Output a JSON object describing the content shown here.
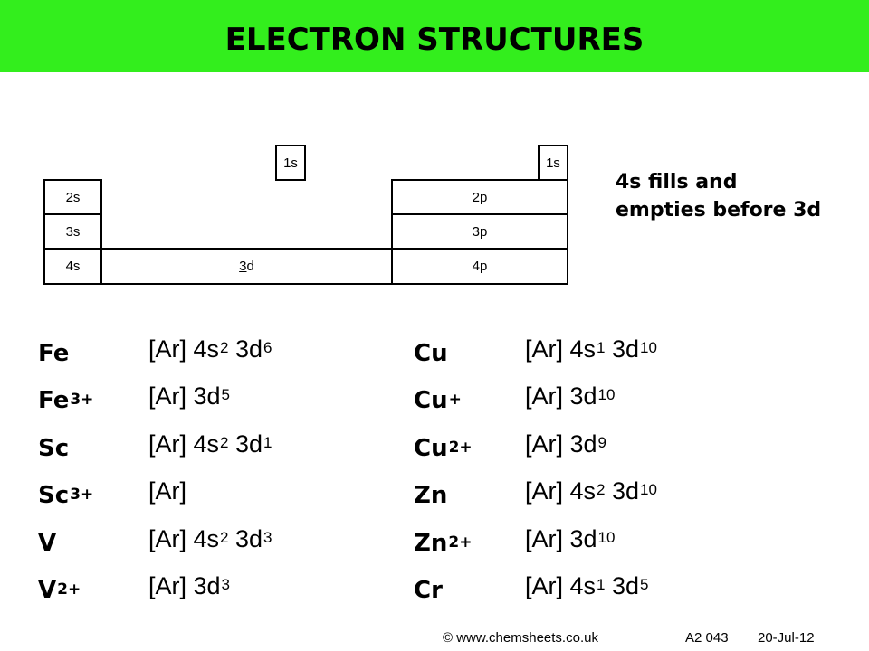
{
  "header": {
    "title": "ELECTRON STRUCTURES"
  },
  "diagram": {
    "orbitals": {
      "s1_left": "1s",
      "s1_right": "1s",
      "s2": "2s",
      "p2": "2p",
      "s3": "3s",
      "p3": "3p",
      "s4": "4s",
      "d3_prefix": "3",
      "d3_suffix": "d",
      "p4": "4p"
    },
    "note_line1": "4s fills and",
    "note_line2": "empties before 3d"
  },
  "entries": [
    {
      "symbol": "Fe",
      "charge": "",
      "config": "[Ar] 4s",
      "sup1": "2",
      "mid": " 3d",
      "sup2": "6"
    },
    {
      "symbol": "Fe",
      "charge": "3+",
      "config": "[Ar] 3d",
      "sup1": "5",
      "mid": "",
      "sup2": ""
    },
    {
      "symbol": "Sc",
      "charge": "",
      "config": "[Ar] 4s",
      "sup1": "2",
      "mid": " 3d",
      "sup2": "1"
    },
    {
      "symbol": "Sc",
      "charge": "3+",
      "config": "[Ar]",
      "sup1": "",
      "mid": "",
      "sup2": ""
    },
    {
      "symbol": "V",
      "charge": "",
      "config": "[Ar] 4s",
      "sup1": "2",
      "mid": " 3d",
      "sup2": "3"
    },
    {
      "symbol": "V",
      "charge": "2+",
      "config": "[Ar] 3d",
      "sup1": "3",
      "mid": "",
      "sup2": ""
    },
    {
      "symbol": "Cu",
      "charge": "",
      "config": "[Ar] 4s",
      "sup1": "1",
      "mid": " 3d",
      "sup2": "10"
    },
    {
      "symbol": "Cu",
      "charge": "+",
      "config": "[Ar] 3d",
      "sup1": "10",
      "mid": "",
      "sup2": ""
    },
    {
      "symbol": "Cu",
      "charge": "2+",
      "config": "[Ar] 3d",
      "sup1": "9",
      "mid": "",
      "sup2": ""
    },
    {
      "symbol": "Zn",
      "charge": "",
      "config": "[Ar] 4s",
      "sup1": "2",
      "mid": " 3d",
      "sup2": "10"
    },
    {
      "symbol": "Zn",
      "charge": "2+",
      "config": "[Ar] 3d",
      "sup1": "10",
      "mid": "",
      "sup2": ""
    },
    {
      "symbol": "Cr",
      "charge": "",
      "config": "[Ar] 4s",
      "sup1": "1",
      "mid": " 3d",
      "sup2": "5"
    }
  ],
  "footer": {
    "copyright": "© www.chemsheets.co.uk",
    "code": "A2 043",
    "date": "20-Jul-12"
  }
}
